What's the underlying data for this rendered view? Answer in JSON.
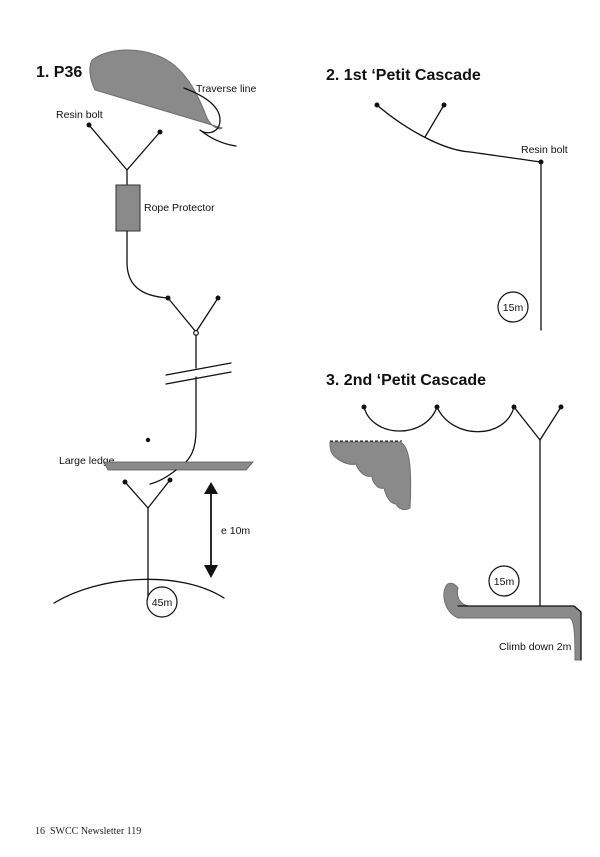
{
  "diagram1": {
    "title": "1. P36",
    "traverse_line": "Traverse line",
    "resin_bolt": "Resin bolt",
    "rope_protector": "Rope Protector",
    "large_ledge": "Large ledge",
    "height_note": "e 10m",
    "pitch_depth": "45m"
  },
  "diagram2": {
    "title": "2. 1st ‘Petit Cascade",
    "resin_bolt": "Resin bolt",
    "pitch_depth": "15m"
  },
  "diagram3": {
    "title": "3. 2nd ‘Petit Cascade",
    "pitch_depth": "15m",
    "climb_down": "Climb down 2m"
  },
  "footer": {
    "page_number": "16",
    "publication": "SWCC Newsletter 119"
  },
  "colors": {
    "rock_fill": "#8a8a8a",
    "line": "#111111"
  }
}
